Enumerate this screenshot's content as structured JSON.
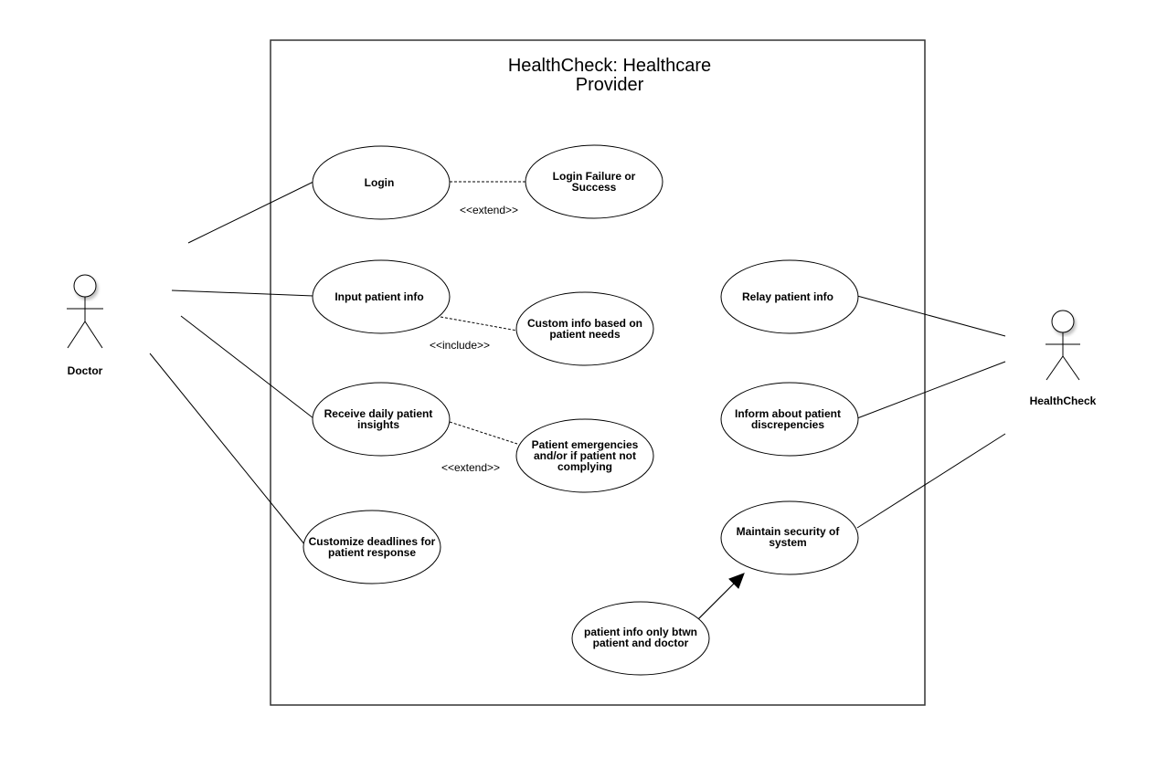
{
  "system": {
    "title_line1": "HealthCheck: Healthcare",
    "title_line2": "Provider"
  },
  "actors": {
    "doctor": "Doctor",
    "healthcheck": "HealthCheck"
  },
  "use_cases": {
    "login": "Login",
    "login_result": [
      "Login Failure or",
      "Success"
    ],
    "input_patient_info": "Input patient info",
    "custom_info": [
      "Custom info based on",
      "patient needs"
    ],
    "daily_insights": [
      "Receive daily patient",
      "insights"
    ],
    "emergencies": [
      "Patient emergencies",
      "and/or if patient not",
      "complying"
    ],
    "deadlines": [
      "Customize deadlines for",
      "patient response"
    ],
    "relay_info": "Relay patient info",
    "inform_discrepancies": [
      "Inform about patient",
      "discrepencies"
    ],
    "maintain_security": [
      "Maintain security of",
      "system"
    ],
    "info_only": [
      "patient info only btwn",
      "patient and doctor"
    ]
  },
  "relations": {
    "extend_login": "<<extend>>",
    "include_custom": "<<include>>",
    "extend_emergency": "<<extend>>"
  },
  "colors": {
    "stroke": "#000000",
    "frame": "#333333",
    "background": "#ffffff"
  }
}
